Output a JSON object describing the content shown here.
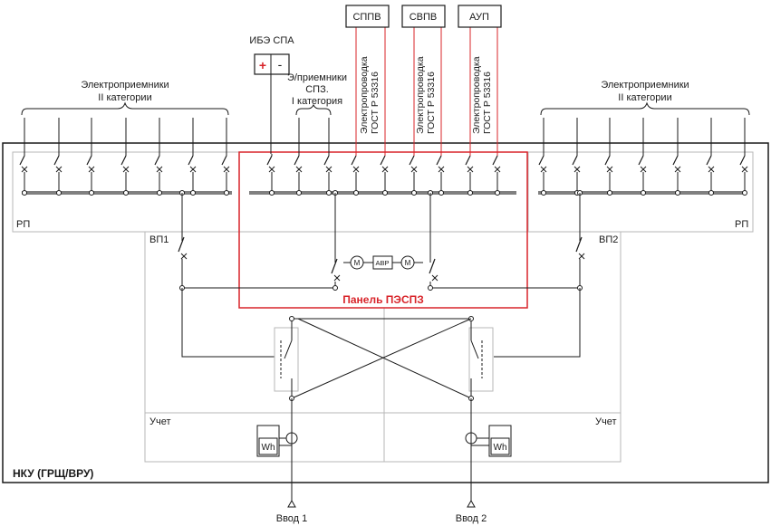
{
  "labels": {
    "consumers_left_line1": "Электроприемники",
    "consumers_left_line2": "II  категории",
    "consumers_right_line1": "Электроприемники",
    "consumers_right_line2": "II  категории",
    "ibe_spa": "ИБЭ СПА",
    "plus": "+",
    "minus": "-",
    "spz_line1": "Э/приемники",
    "spz_line2": "СПЗ.",
    "spz_line3": "I  категория",
    "wiring_1": "Электропроводка",
    "wiring_2": "ГОСТ Р 53316",
    "box_sppv": "СППВ",
    "box_svpv": "СВПВ",
    "box_aup": "АУП",
    "rp_left": "РП",
    "rp_right": "РП",
    "vp1": "ВП1",
    "vp2": "ВП2",
    "motor": "M",
    "avr": "АВР",
    "panel": "Панель ПЭСПЗ",
    "uchet_left": "Учет",
    "uchet_right": "Учет",
    "meter": "Wh",
    "nku": "НКУ (ГРЩ/ВРУ)",
    "input1": "Ввод 1",
    "input2": "Ввод 2"
  },
  "colors": {
    "line": "#1a1a1a",
    "busbar": "#808080",
    "red": "#d8242a",
    "panel_border": "#b7b7b7"
  }
}
